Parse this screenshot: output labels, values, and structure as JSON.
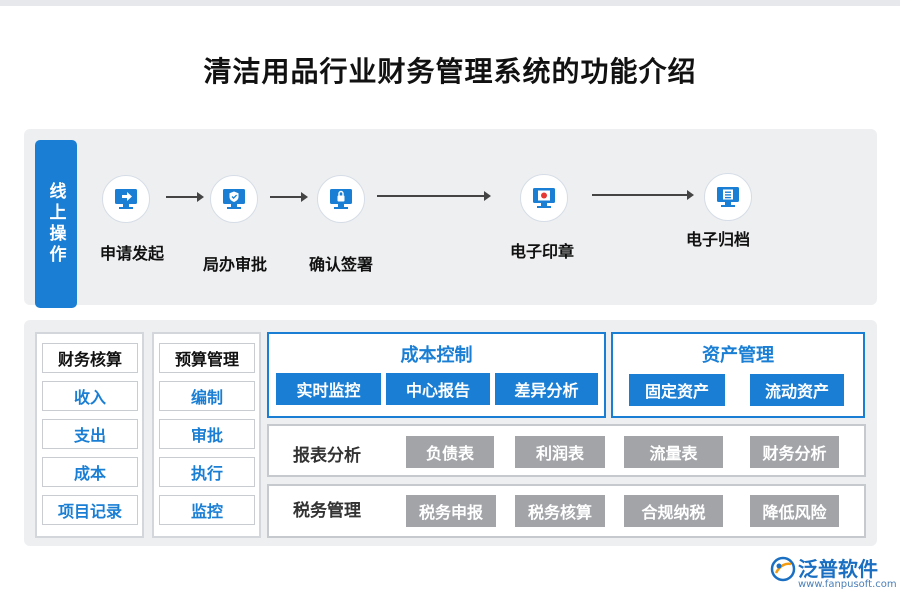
{
  "title": "清洁用品行业财务管理系统的功能介绍",
  "flow": {
    "tag": "线上操作",
    "steps": [
      {
        "label": "申请发起",
        "icon": "monitor-arrow-icon"
      },
      {
        "label": "局办审批",
        "icon": "monitor-shield-icon"
      },
      {
        "label": "确认签署",
        "icon": "monitor-lock-icon"
      },
      {
        "label": "电子印章",
        "icon": "monitor-seal-icon"
      },
      {
        "label": "电子归档",
        "icon": "monitor-archive-icon"
      }
    ]
  },
  "modules": {
    "finance": {
      "title": "财务核算",
      "items": [
        "收入",
        "支出",
        "成本",
        "项目记录"
      ]
    },
    "budget": {
      "title": "预算管理",
      "items": [
        "编制",
        "审批",
        "执行",
        "监控"
      ]
    },
    "cost": {
      "title": "成本控制",
      "items": [
        "实时监控",
        "中心报告",
        "差异分析"
      ]
    },
    "assets": {
      "title": "资产管理",
      "items": [
        "固定资产",
        "流动资产"
      ]
    },
    "report": {
      "title": "报表分析",
      "items": [
        "负债表",
        "利润表",
        "流量表",
        "财务分析"
      ]
    },
    "tax": {
      "title": "税务管理",
      "items": [
        "税务申报",
        "税务核算",
        "合规纳税",
        "降低风险"
      ]
    }
  },
  "logo": {
    "name": "泛普软件",
    "url": "www.fanpusoft.com"
  },
  "colors": {
    "accent": "#1a7fd4",
    "gray_button": "#a2a4a8",
    "panel_bg": "#eeeff1"
  }
}
